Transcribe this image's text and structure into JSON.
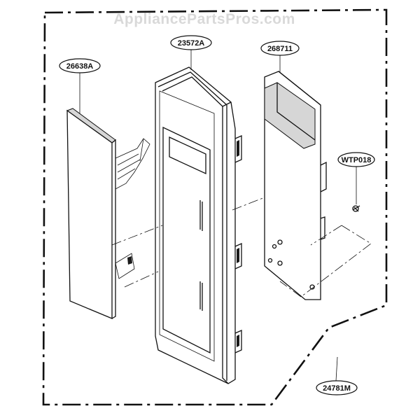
{
  "watermark": "AppliancePartsPros.com",
  "parts": {
    "cover": "26638A",
    "frame": "23572A",
    "pcb": "268711",
    "screw": "WTP018",
    "assembly": "24781M"
  }
}
